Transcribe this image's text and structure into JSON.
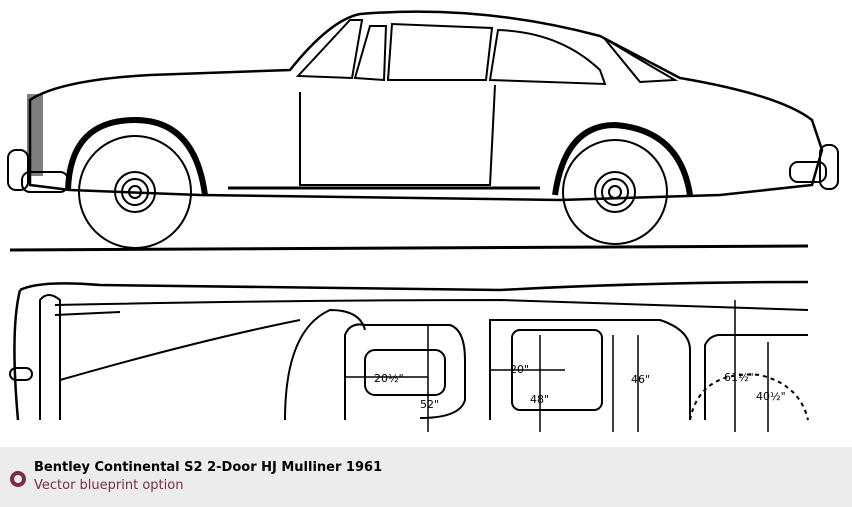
{
  "blueprint": {
    "dimensions": [
      "20½\"",
      "52\"",
      "20\"",
      "48\"",
      "46\"",
      "61½\"",
      "40½\""
    ]
  },
  "caption": {
    "title": "Bentley Continental S2 2-Door HJ Mulliner 1961",
    "subtitle": "Vector blueprint option",
    "accent_color": "#7a2c4d"
  }
}
